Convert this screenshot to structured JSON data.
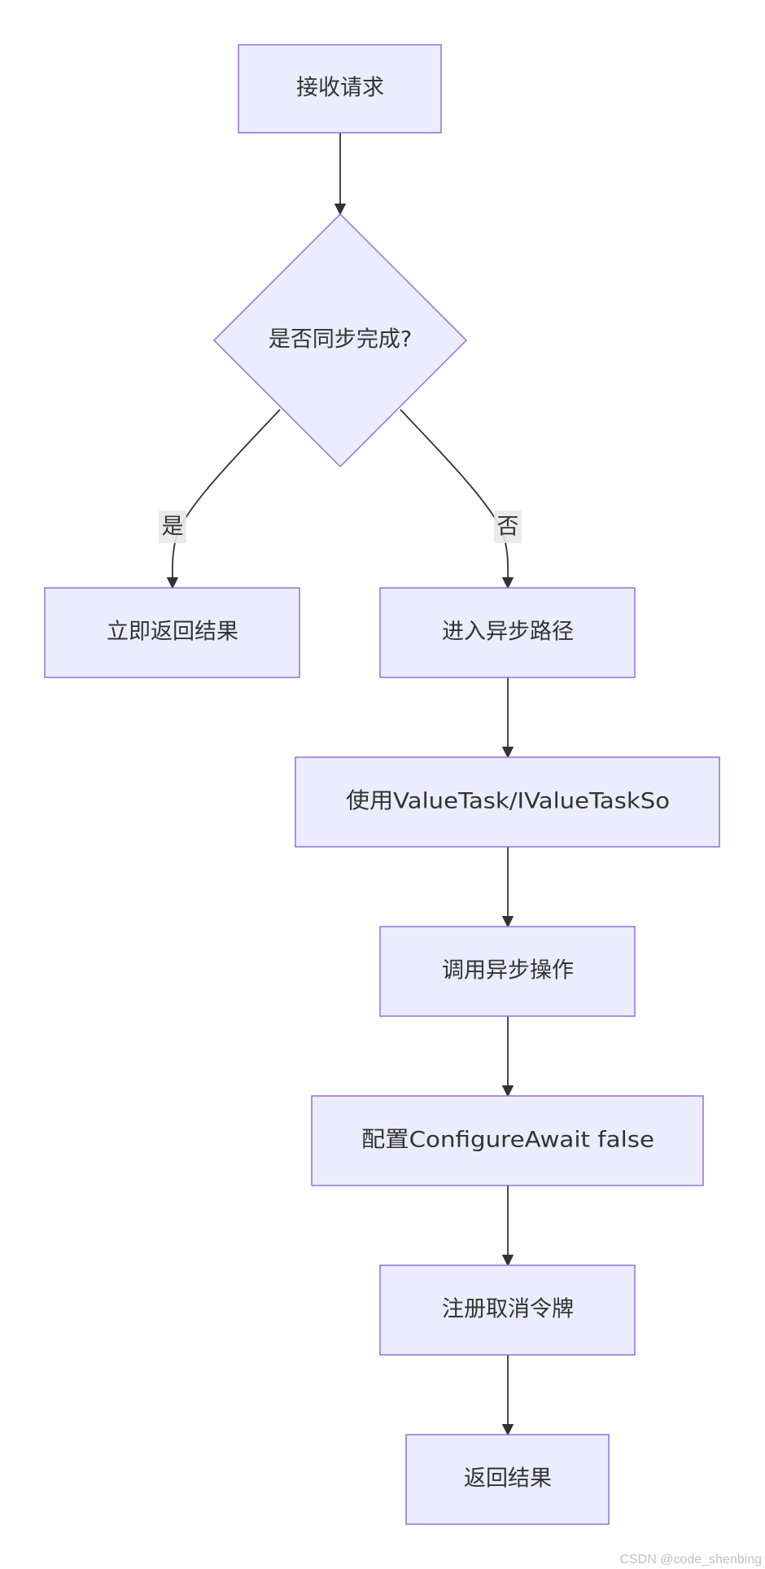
{
  "diagram": {
    "nodes": {
      "receive": "接收请求",
      "decision": "是否同步完成?",
      "return_immediately": "立即返回结果",
      "enter_async": "进入异步路径",
      "use_valuetask": "使用ValueTask/IValueTaskSo",
      "call_async": "调用异步操作",
      "configure_await": "配置ConfigureAwait false",
      "register_token": "注册取消令牌",
      "return_result": "返回结果"
    },
    "edge_labels": {
      "yes": "是",
      "no": "否"
    },
    "colors": {
      "node_fill": "#ECECFF",
      "node_stroke": "#9370DB",
      "edge": "#333333",
      "text": "#333333",
      "label_bg": "#e8e8e8"
    }
  },
  "watermark": "CSDN @code_shenbing"
}
